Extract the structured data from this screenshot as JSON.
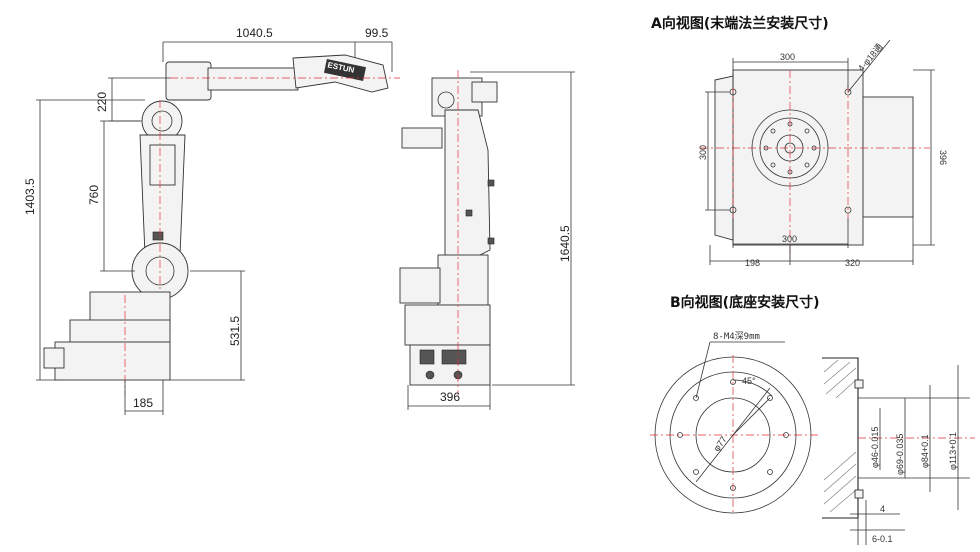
{
  "side_view": {
    "dims": {
      "reach": "1040.5",
      "flange_offset": "99.5",
      "j3_offset": "220",
      "total_height": "1403.5",
      "arm_length": "760",
      "base_height": "531.5",
      "base_offset": "185"
    },
    "logo": "ESTUN"
  },
  "front_view": {
    "dims": {
      "height": "1640.5",
      "width": "396"
    }
  },
  "view_a": {
    "title": "A向视图(末端法兰安装尺寸)",
    "dims": {
      "top_width": "300",
      "holes": "4-φ18通",
      "left_height": "300",
      "right_height": "396",
      "bottom_width": "300",
      "left_offset": "198",
      "right_offset": "320"
    }
  },
  "view_b": {
    "title": "B向视图(底座安装尺寸)",
    "dims": {
      "thread": "8-M4深9mm",
      "angle": "45°",
      "diameter": "φ77",
      "bore_1": "φ46-0.015",
      "bore_2": "φ69-0.035",
      "bore_3": "φ84+0.1",
      "bore_4": "φ113+0.1",
      "depth": "4",
      "step": "6-0.1"
    }
  }
}
